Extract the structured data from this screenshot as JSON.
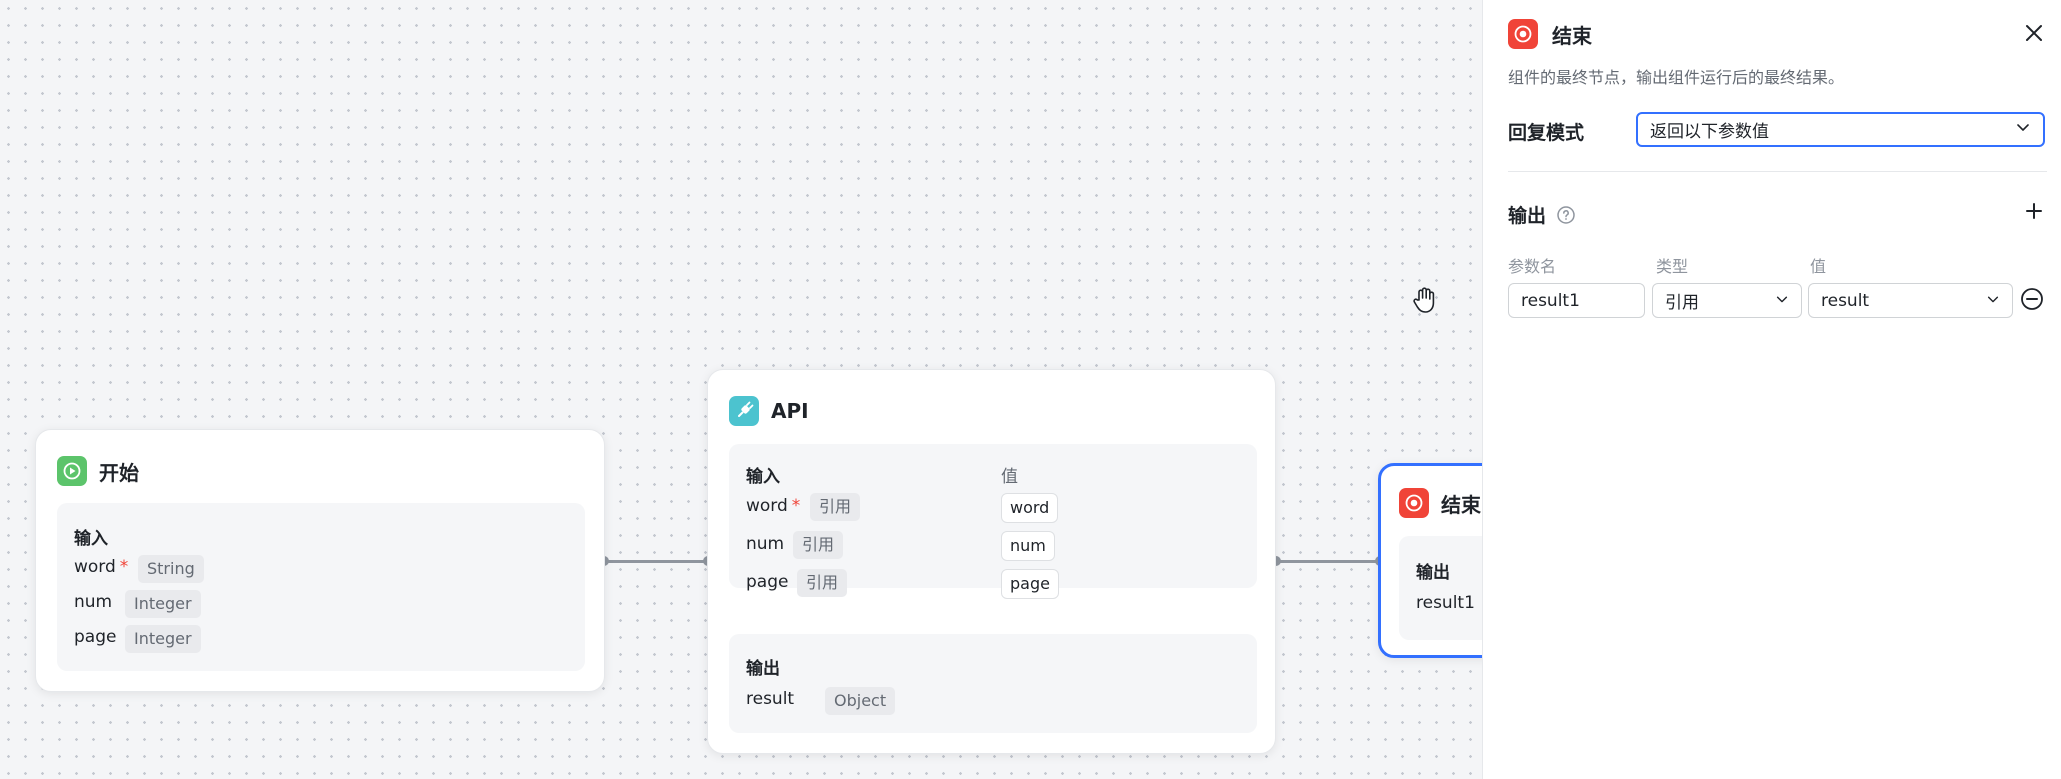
{
  "canvas": {
    "start_node": {
      "title": "开始",
      "input_title": "输入",
      "rows": [
        {
          "name": "word",
          "required": "*",
          "type": "String"
        },
        {
          "name": "num",
          "required": "",
          "type": "Integer"
        },
        {
          "name": "page",
          "required": "",
          "type": "Integer"
        }
      ]
    },
    "api_node": {
      "title": "API",
      "input_title": "输入",
      "value_title": "值",
      "rows": [
        {
          "name": "word",
          "required": "*",
          "mode": "引用",
          "value": "word"
        },
        {
          "name": "num",
          "required": "",
          "mode": "引用",
          "value": "num"
        },
        {
          "name": "page",
          "required": "",
          "mode": "引用",
          "value": "page"
        }
      ],
      "output_title": "输出",
      "output_rows": [
        {
          "name": "result",
          "type": "Object"
        }
      ]
    },
    "end_node": {
      "title": "结束",
      "output_title": "输出",
      "output_rows": [
        {
          "name": "result1"
        }
      ]
    }
  },
  "panel": {
    "title": "结束",
    "description": "组件的最终节点，输出组件运行后的最终结果。",
    "reply_mode_label": "回复模式",
    "reply_mode_value": "返回以下参数值",
    "output_label": "输出",
    "columns": {
      "name": "参数名",
      "type": "类型",
      "value": "值"
    },
    "params": [
      {
        "name": "result1",
        "type": "引用",
        "value": "result"
      }
    ]
  },
  "colors": {
    "accent_blue": "#3370ff",
    "start_green": "#5cc46b",
    "api_teal": "#4cc3cf",
    "end_red": "#f04438"
  },
  "icons": {
    "start": "play-circle-icon",
    "api": "plug-icon",
    "end": "stop-circle-icon",
    "close": "close-icon",
    "help": "help-circle-icon",
    "add": "plus-icon",
    "remove": "minus-circle-icon",
    "dropdown": "chevron-down-icon",
    "cursor": "grab-hand-icon"
  }
}
